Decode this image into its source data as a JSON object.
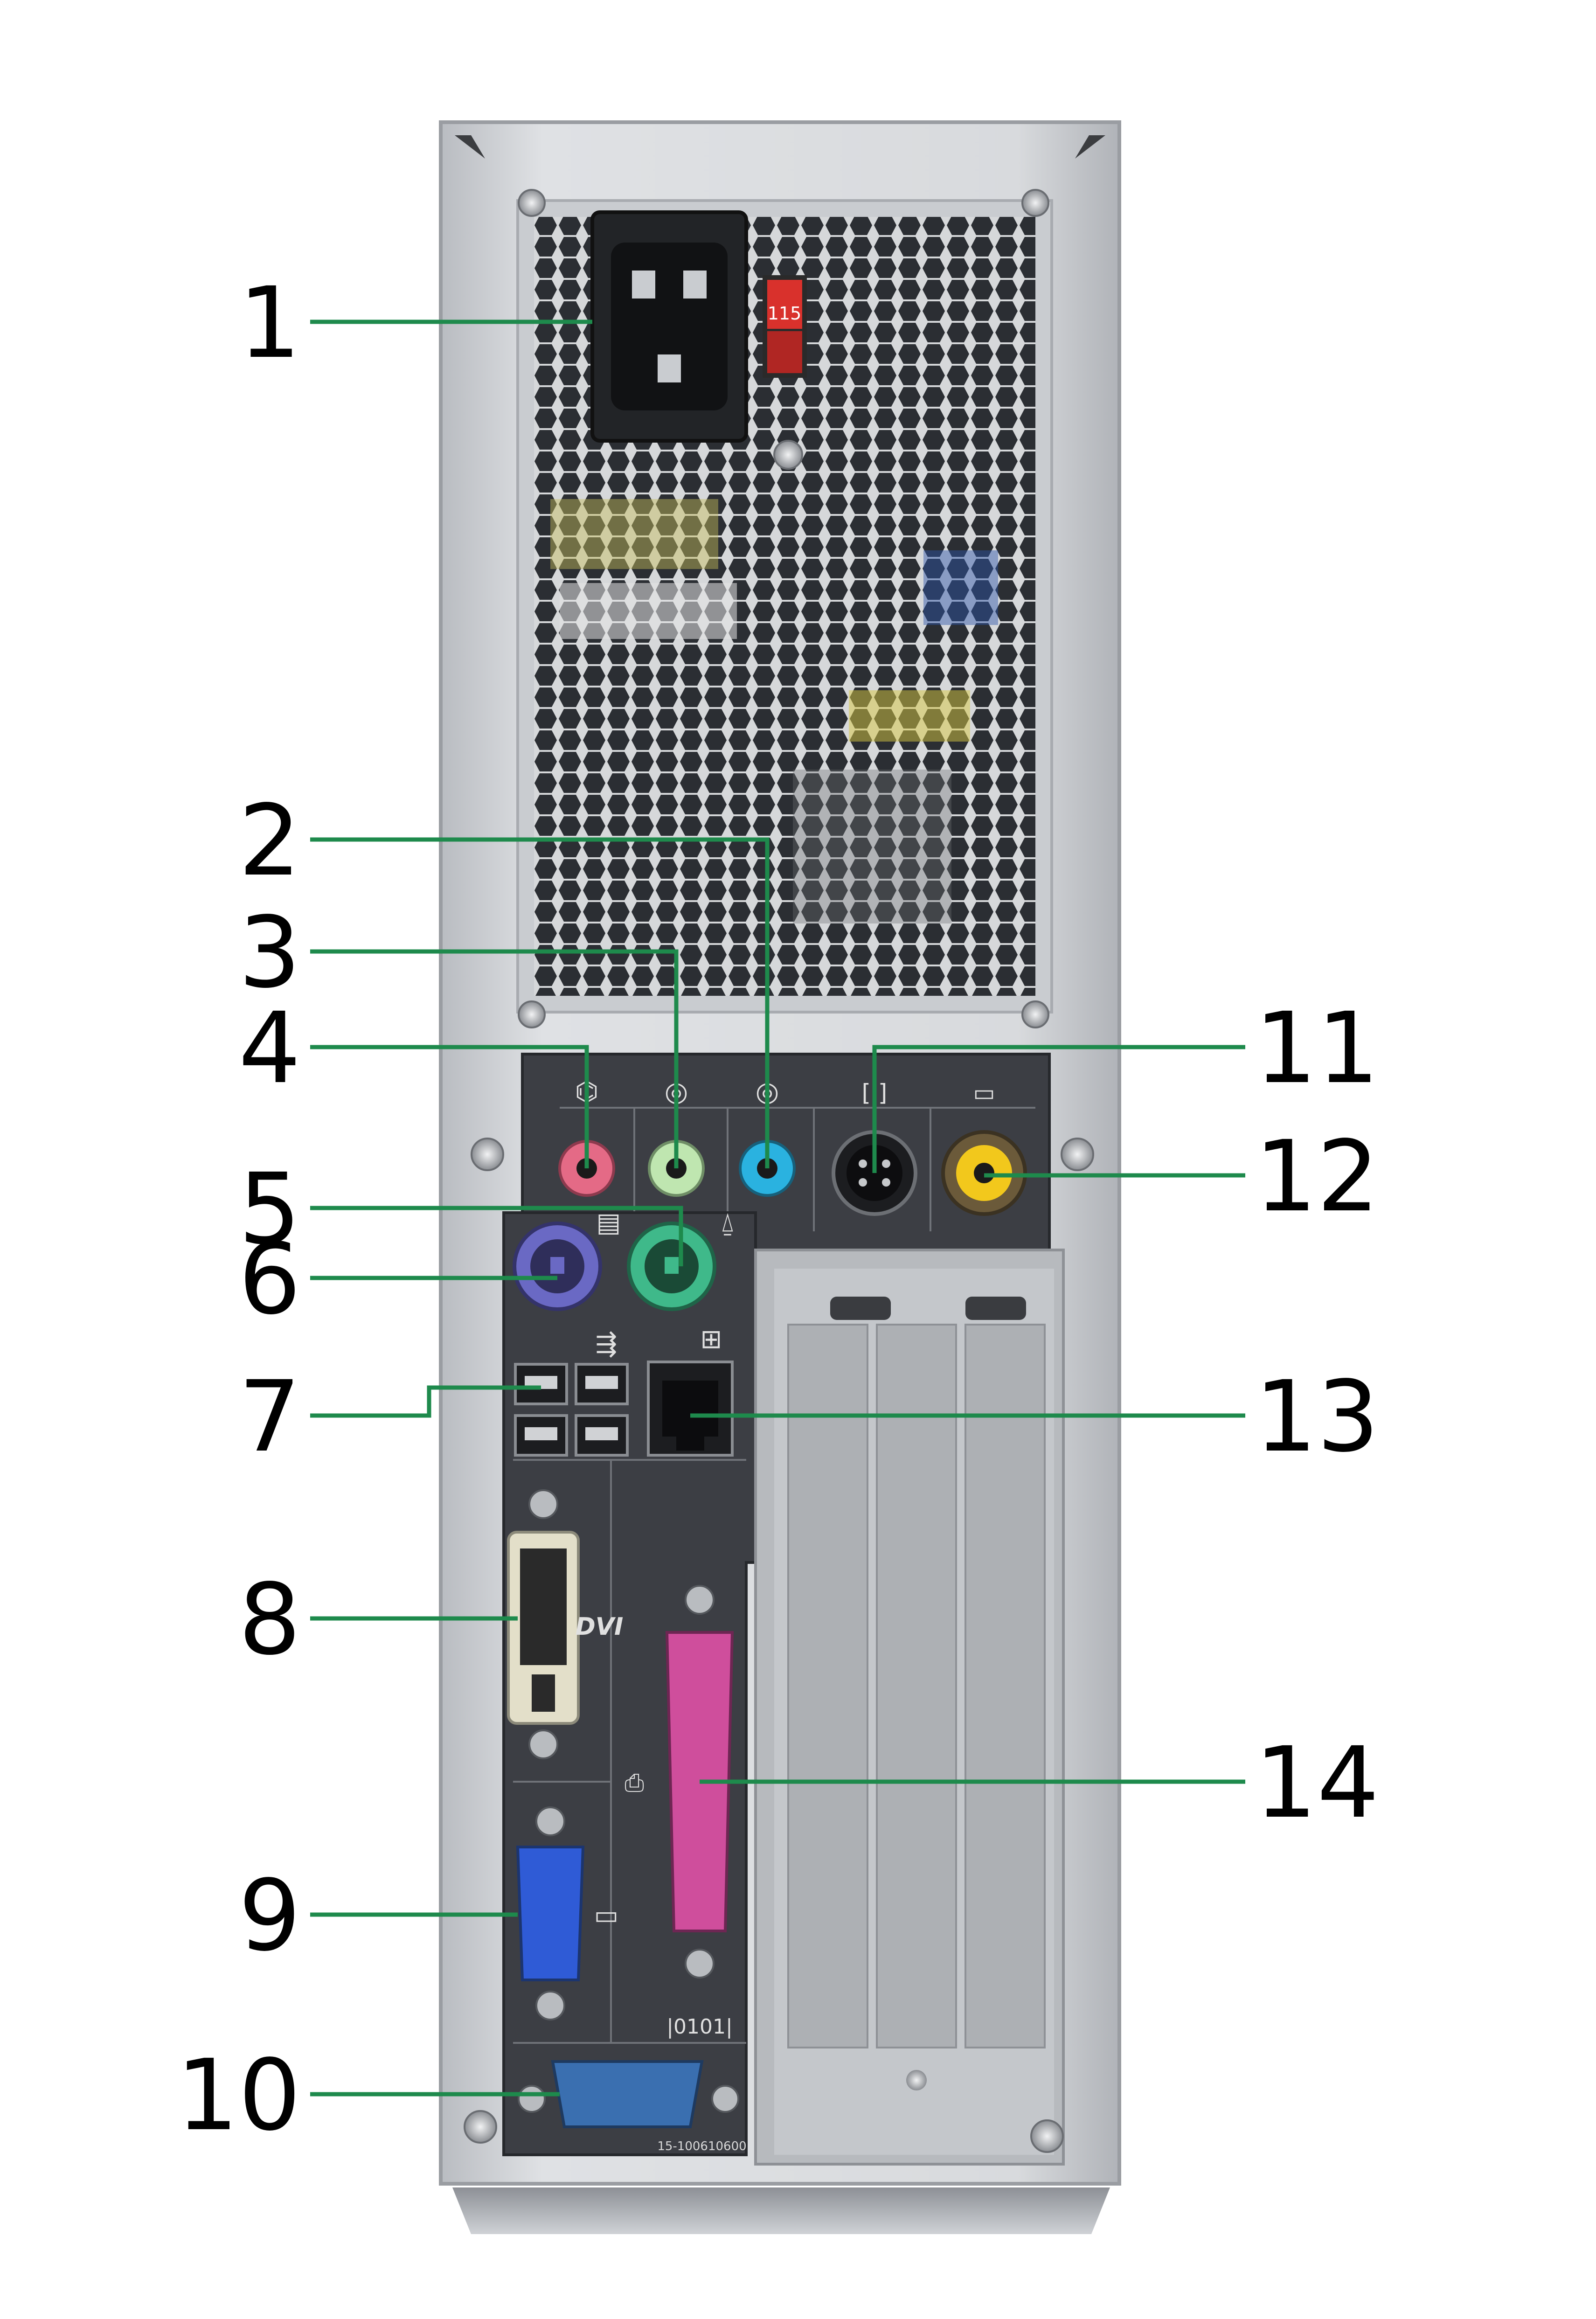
{
  "diagram": {
    "psu_voltage_label": "115",
    "model_sticker": "15-100610600",
    "dvi_label": "DVI",
    "colors": {
      "leader": "#1e8a4c",
      "case": "#cfd2d6",
      "panel": "#3c3e44",
      "mic_pink": "#e46a86",
      "line_in_green": "#bfe6b0",
      "line_out_blue": "#2ab2e0",
      "ps2_mouse": "#3fb98a",
      "ps2_keyboard": "#6a69c4",
      "vga_blue": "#2f5bd6",
      "parallel_pink": "#cf4e9c",
      "serial_blue": "#3a6fb0",
      "composite_yellow": "#f2c81c",
      "psu_switch": "#d9312c"
    },
    "callouts": [
      {
        "number": "1",
        "target": "power-connector"
      },
      {
        "number": "2",
        "target": "audio-jack-blue"
      },
      {
        "number": "3",
        "target": "audio-jack-green"
      },
      {
        "number": "4",
        "target": "audio-jack-pink"
      },
      {
        "number": "5",
        "target": "ps2-mouse-port"
      },
      {
        "number": "6",
        "target": "ps2-keyboard-port"
      },
      {
        "number": "7",
        "target": "usb-ports"
      },
      {
        "number": "8",
        "target": "dvi-port"
      },
      {
        "number": "9",
        "target": "vga-port"
      },
      {
        "number": "10",
        "target": "serial-port"
      },
      {
        "number": "11",
        "target": "s-video-port"
      },
      {
        "number": "12",
        "target": "composite-video-port"
      },
      {
        "number": "13",
        "target": "ethernet-port"
      },
      {
        "number": "14",
        "target": "parallel-port"
      }
    ]
  }
}
